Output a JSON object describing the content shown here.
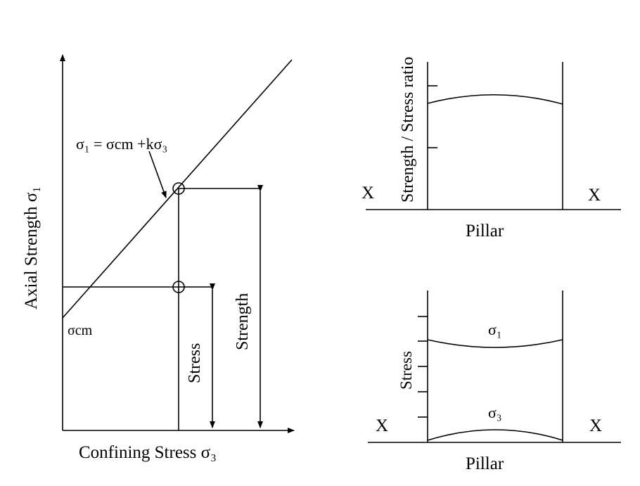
{
  "left_diagram": {
    "y_axis_label": "Axial Strength σ₁",
    "x_axis_label": "Confining Stress σ₃",
    "equation": "σ₁ = σcm +kσ₃",
    "intercept_label": "σcm",
    "stress_label": "Stress",
    "strength_label": "Strength"
  },
  "top_right_diagram": {
    "y_axis_label": "Strength / Stress ratio",
    "x_axis_label": "Pillar",
    "left_marker": "X",
    "right_marker": "X"
  },
  "bottom_right_diagram": {
    "y_axis_label": "Stress",
    "x_axis_label": "Pillar",
    "left_marker": "X",
    "right_marker": "X",
    "upper_curve_label": "σ₁",
    "lower_curve_label": "σ₃"
  }
}
